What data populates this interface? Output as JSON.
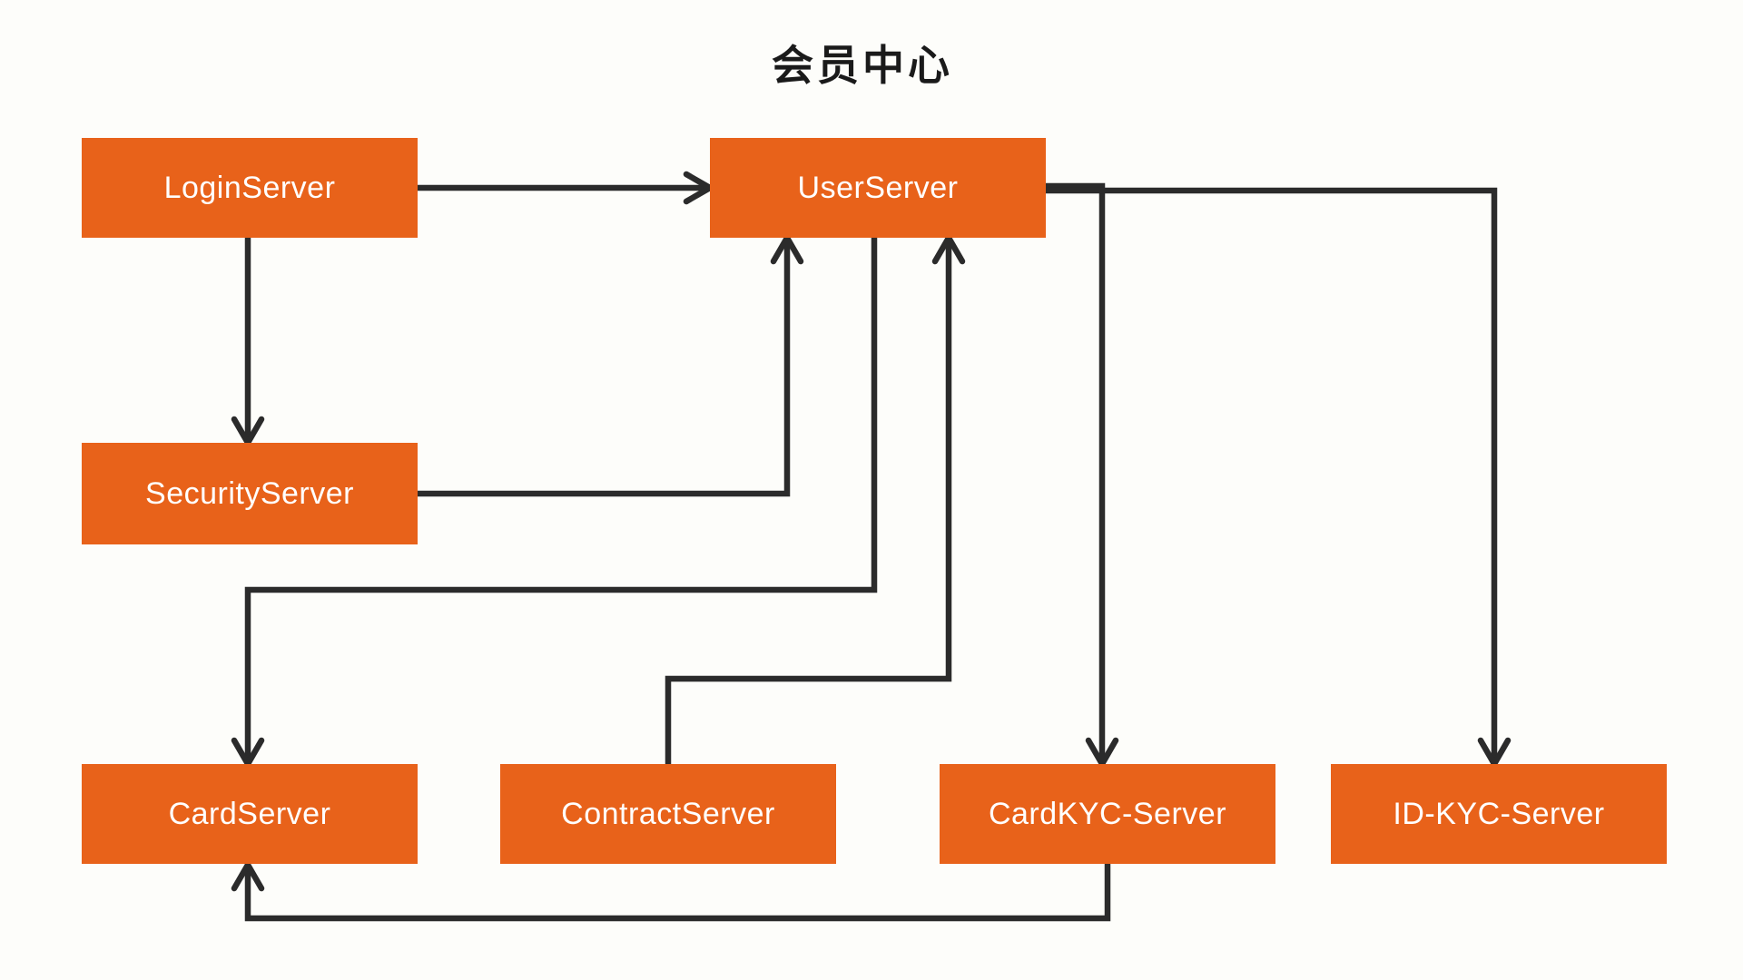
{
  "diagram": {
    "title": "会员中心",
    "type": "flowchart",
    "nodes": [
      {
        "id": "LoginServer",
        "label": "LoginServer"
      },
      {
        "id": "UserServer",
        "label": "UserServer"
      },
      {
        "id": "SecurityServer",
        "label": "SecurityServer"
      },
      {
        "id": "CardServer",
        "label": "CardServer"
      },
      {
        "id": "ContractServer",
        "label": "ContractServer"
      },
      {
        "id": "CardKYC-Server",
        "label": "CardKYC-Server"
      },
      {
        "id": "ID-KYC-Server",
        "label": "ID-KYC-Server"
      }
    ],
    "edges": [
      {
        "from": "LoginServer",
        "to": "UserServer"
      },
      {
        "from": "LoginServer",
        "to": "SecurityServer"
      },
      {
        "from": "SecurityServer",
        "to": "UserServer"
      },
      {
        "from": "UserServer",
        "to": "CardServer"
      },
      {
        "from": "ContractServer",
        "to": "UserServer"
      },
      {
        "from": "UserServer",
        "to": "CardKYC-Server"
      },
      {
        "from": "UserServer",
        "to": "ID-KYC-Server"
      },
      {
        "from": "CardKYC-Server",
        "to": "CardServer"
      }
    ],
    "colors": {
      "node_fill": "#E8621A",
      "node_text": "#FFFFFF",
      "edge": "#2B2B2B",
      "title": "#1A1A1A",
      "background": "#FDFDFA"
    }
  }
}
